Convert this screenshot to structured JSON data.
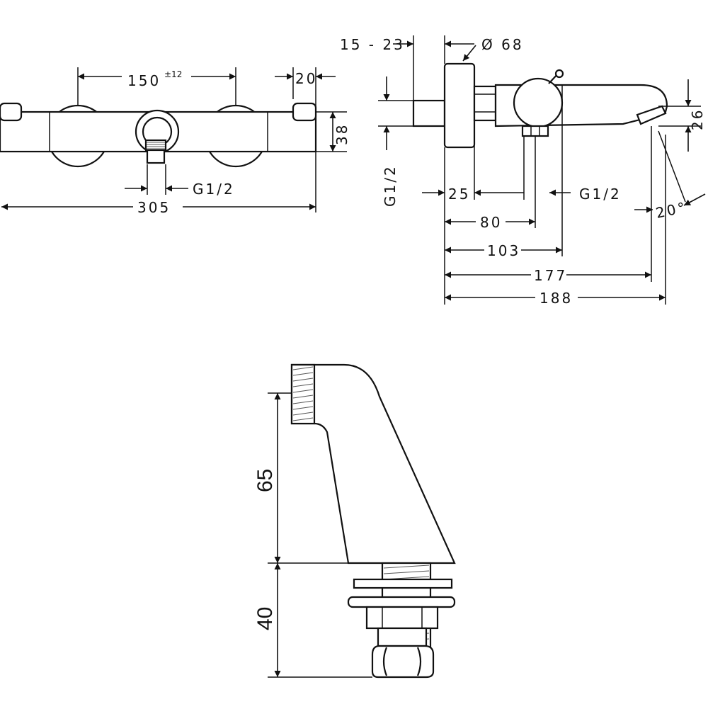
{
  "front_view": {
    "spacing": "150",
    "spacing_tolerance": "±12",
    "end_width": "20",
    "body_height": "38",
    "outlet_thread": "G1/2",
    "overall_width": "305"
  },
  "side_view": {
    "wall_distance": "15 - 23",
    "rosette_diameter": "Ø 68",
    "inlet_thread": "G1/2",
    "spout_height": "26",
    "dim_25": "25",
    "outlet_thread": "G1/2",
    "spout_angle": "20°",
    "dim_80": "80",
    "dim_103": "103",
    "dim_177": "177",
    "dim_188": "188"
  },
  "adapter_view": {
    "upper_height": "65",
    "lower_height": "40"
  }
}
